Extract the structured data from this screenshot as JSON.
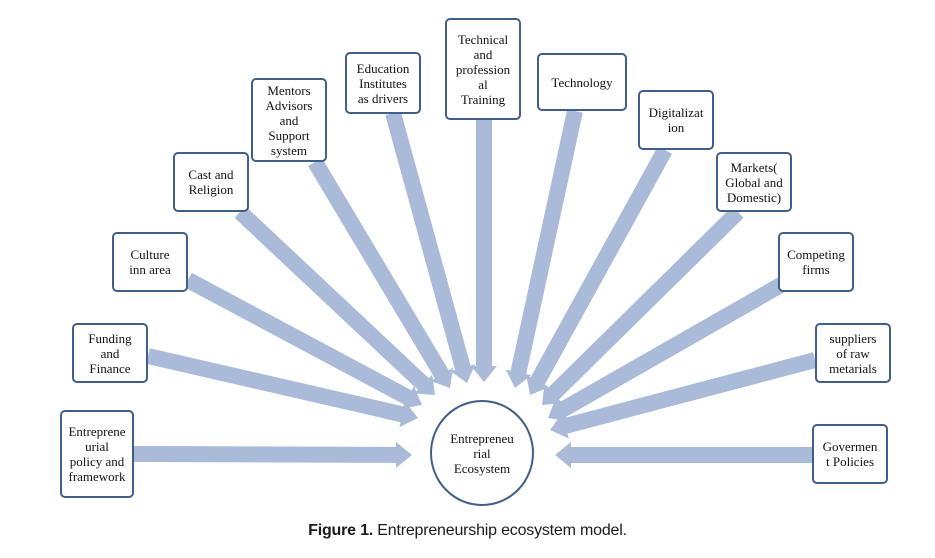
{
  "diagram": {
    "center_label": "Entrepreneu\nrial\nEcosystem",
    "nodes": [
      {
        "id": "policy",
        "label": "Entreprene\nurial\npolicy and\nframework"
      },
      {
        "id": "funding",
        "label": "Funding\nand\nFinance"
      },
      {
        "id": "culture",
        "label": "Culture\ninn area"
      },
      {
        "id": "cast",
        "label": "Cast and\nReligion"
      },
      {
        "id": "mentors",
        "label": "Mentors\nAdvisors\nand\nSupport\nsystem"
      },
      {
        "id": "education",
        "label": "Education\nInstitutes\nas drivers"
      },
      {
        "id": "training",
        "label": "Technical\nand\nprofession\nal\nTraining"
      },
      {
        "id": "technology",
        "label": "Technology"
      },
      {
        "id": "digitalization",
        "label": "Digitalizat\nion"
      },
      {
        "id": "markets",
        "label": "Markets(\nGlobal and\nDomestic)"
      },
      {
        "id": "competing",
        "label": "Competing\nfirms"
      },
      {
        "id": "suppliers",
        "label": "suppliers\nof raw\nmetarials"
      },
      {
        "id": "government",
        "label": "Govermen\nt Policies"
      }
    ],
    "arrow_color": "#aabbd9",
    "box_border_color": "#3f5f88"
  },
  "caption": {
    "prefix": "Figure 1.",
    "text": " Entrepreneurship ecosystem model."
  }
}
